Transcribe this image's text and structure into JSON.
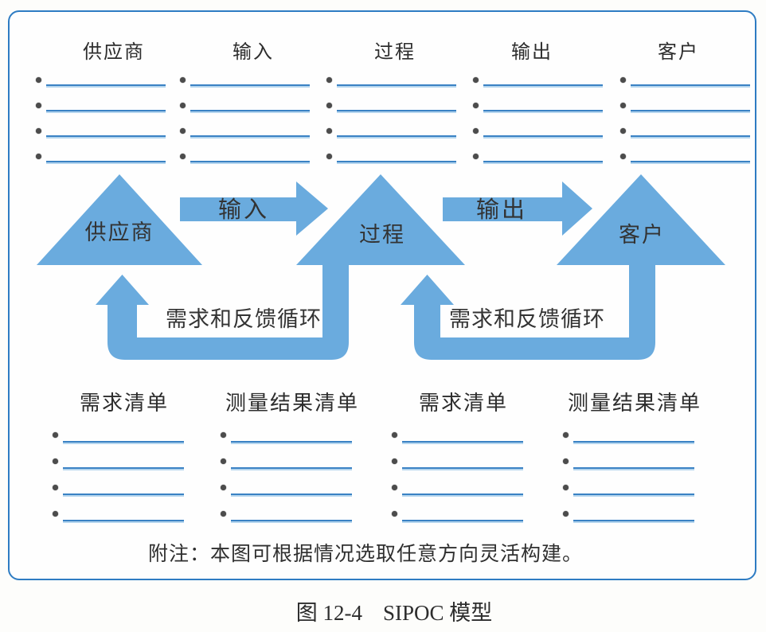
{
  "frame": {
    "top_table": {
      "columns": [
        {
          "header": "供应商"
        },
        {
          "header": "输入"
        },
        {
          "header": "过程"
        },
        {
          "header": "输出"
        },
        {
          "header": "客户"
        }
      ],
      "blank_rows_per_column": 4
    },
    "diagram": {
      "supplier": "供应商",
      "process": "过程",
      "customer": "客户",
      "input_arrow": "输入",
      "output_arrow": "输出",
      "feedback_left": "需求和反馈循环",
      "feedback_right": "需求和反馈循环"
    },
    "bottom_table": {
      "columns": [
        {
          "header": "需求清单"
        },
        {
          "header": "测量结果清单"
        },
        {
          "header": "需求清单"
        },
        {
          "header": "测量结果清单"
        }
      ],
      "blank_rows_per_column": 4
    },
    "note": "附注：本图可根据情况选取任意方向灵活构建。"
  },
  "caption": {
    "figure_number": "图 12-4",
    "title": "SIPOC 模型"
  },
  "colors": {
    "shape_blue": "#6aabde",
    "blank_line_blue": "#3a82c4",
    "frame_border_blue": "#2e7cc3",
    "bullet_gray": "#4c4c4c",
    "text_dark": "#333333"
  }
}
